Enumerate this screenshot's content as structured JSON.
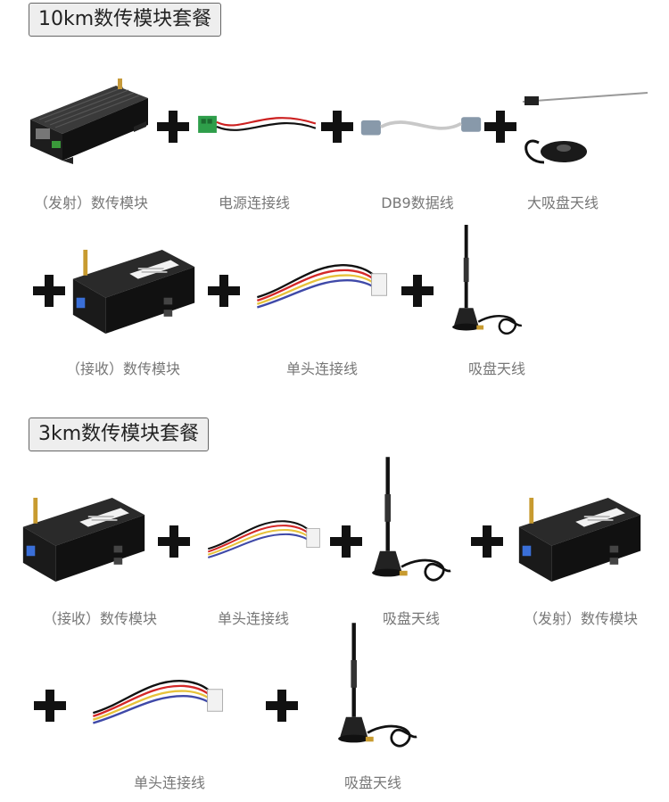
{
  "sections": [
    {
      "title": "10km数传模块套餐",
      "row1": [
        "（发射）数传模块",
        "电源连接线",
        "DB9数据线",
        "大吸盘天线"
      ],
      "row2": [
        "（接收）数传模块",
        "单头连接线",
        "吸盘天线"
      ]
    },
    {
      "title": "3km数传模块套餐",
      "row1": [
        "（接收）数传模块",
        "单头连接线",
        "吸盘天线",
        "（发射）数传模块"
      ],
      "row2": [
        "单头连接线",
        "吸盘天线"
      ]
    }
  ],
  "colors": {
    "plus": "#111111",
    "caption": "#777777",
    "title_bg": "#eeeeee"
  }
}
